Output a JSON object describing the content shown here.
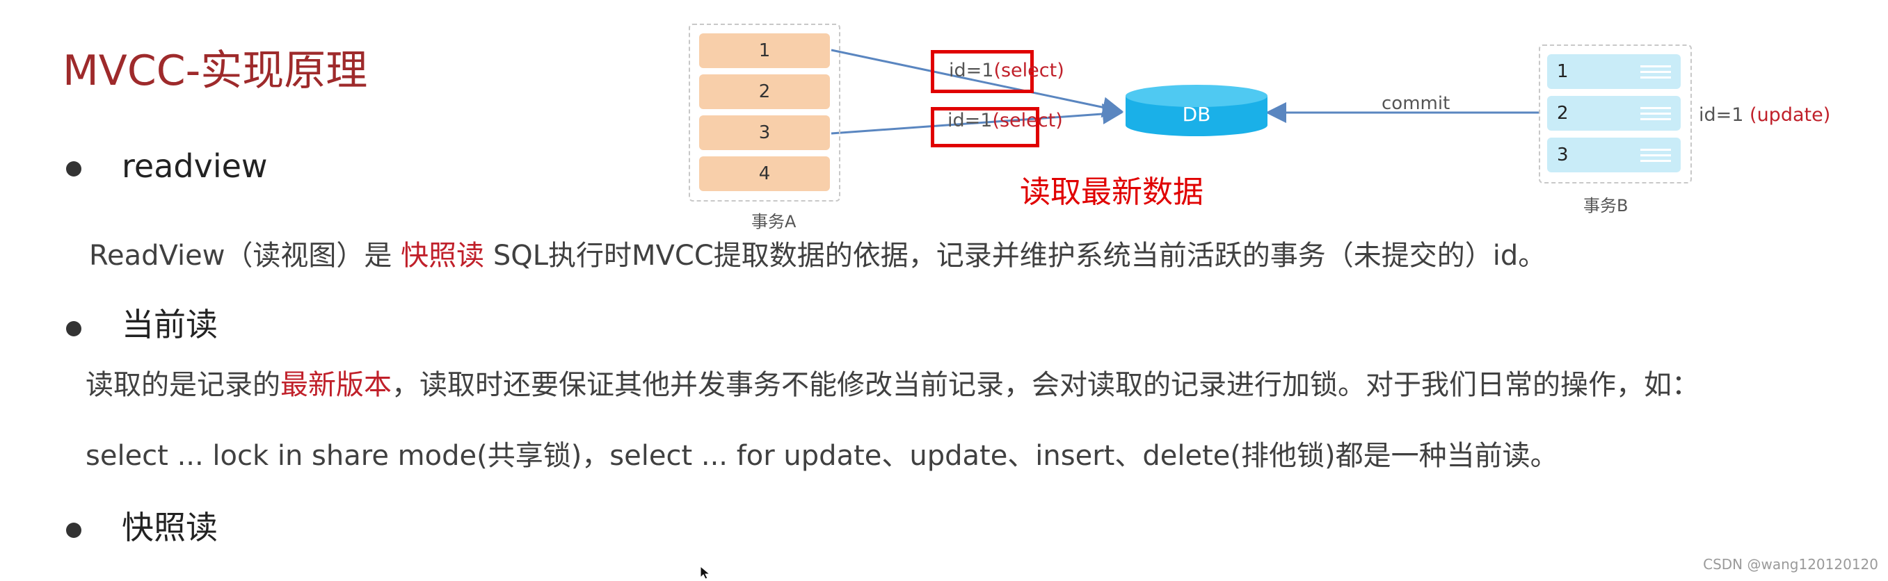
{
  "title": "MVCC-实现原理",
  "sections": [
    {
      "label": "readview"
    },
    {
      "label": "当前读"
    },
    {
      "label": "快照读"
    }
  ],
  "readview_para": {
    "part1": "ReadView（读视图）是 ",
    "highlight": "快照读",
    "part2": " SQL执行时MVCC提取数据的依据，记录并维护系统当前活跃的事务（未提交的）id。"
  },
  "current_read_para1": {
    "part1": "读取的是记录的",
    "highlight": "最新版本",
    "part2": "，读取时还要保证其他并发事务不能修改当前记录，会对读取的记录进行加锁。对于我们日常的操作，如："
  },
  "current_read_para2": "select ... lock in share mode(共享锁)，select ... for update、update、insert、delete(排他锁)都是一种当前读。",
  "diagram": {
    "tx_a": {
      "caption": "事务A",
      "rows": [
        "1",
        "2",
        "3",
        "4"
      ]
    },
    "select1": {
      "prefix": "id=1",
      "suffix": "(select)"
    },
    "select2": {
      "prefix": "id=1",
      "suffix": "(select)"
    },
    "db_label": "DB",
    "commit_label": "commit",
    "tx_b": {
      "caption": "事务B",
      "rows": [
        "1",
        "2",
        "3"
      ]
    },
    "update_label": {
      "prefix": "id=1 ",
      "suffix": "(update)"
    },
    "highlight_caption": "读取最新数据"
  },
  "watermark": "CSDN @wang120120120",
  "colors": {
    "title": "#9e2a2b",
    "highlight_red": "#c0202a",
    "box_red": "#e00000",
    "tx_a_row": "#f8cfaa",
    "tx_b_row": "#c9ecf8",
    "db_fill": "#1ab0e8",
    "arrow": "#5a86c0"
  }
}
